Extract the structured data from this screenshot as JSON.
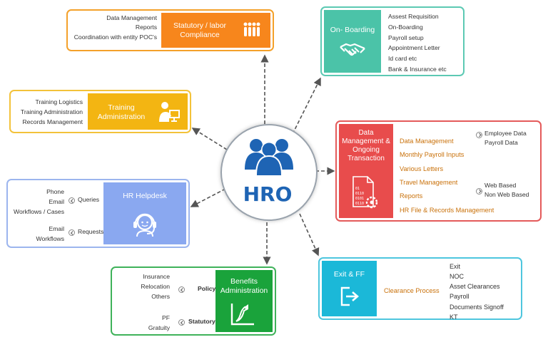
{
  "center": {
    "label": "HRO"
  },
  "statutory": {
    "title": "Statutory / labor Compliance",
    "items": [
      "Data Management",
      "Reports",
      "Coordination with entity POC's"
    ],
    "icon": "people-group-icon",
    "color": "#f7861c"
  },
  "onboarding": {
    "title": "On- Boarding",
    "items": [
      "Assest Requisition",
      "On-Boarding",
      "Payroll setup",
      "Appointment Letter",
      "Id card etc",
      "Bank & Insurance etc"
    ],
    "icon": "handshake-icon",
    "color": "#4bc3a8"
  },
  "training": {
    "title": "Training Administration",
    "items": [
      "Training Logistics",
      "Training Administration",
      "Records Management"
    ],
    "icon": "presenter-icon",
    "color": "#f3b512"
  },
  "data_mgmt": {
    "title": "Data Management & Ongoing Transaction",
    "items": [
      "Data Management",
      "Monthly Payroll Inputs",
      "Various Letters",
      "Travel Management",
      "Reports",
      "HR File & Records Management"
    ],
    "data_sub": [
      "Employee Data",
      "Payroll Data"
    ],
    "reports_sub": [
      "Web Based",
      "Non Web Based"
    ],
    "icon": "data-document-icon",
    "color": "#e84c4c"
  },
  "helpdesk": {
    "title": "HR Helpdesk",
    "queries_label": "Queries",
    "queries_items": [
      "Phone",
      "Email",
      "Workflows / Cases"
    ],
    "requests_label": "Requests",
    "requests_items": [
      "Email",
      "Workflows"
    ],
    "icon": "headset-icon",
    "color": "#8aa8f0"
  },
  "exit": {
    "title": "Exit & FF",
    "process_label": "Clearance Process",
    "items": [
      "Exit",
      "NOC",
      "Asset Clearances",
      "Payroll",
      "Documents Signoff",
      "KT"
    ],
    "icon": "exit-door-icon",
    "color": "#1bb8d8"
  },
  "benefits": {
    "title": "Benefits Administration",
    "policy_label": "Policy",
    "policy_items": [
      "Insurance",
      "Relocation",
      "Others"
    ],
    "statutory_label": "Statutory",
    "statutory_items": [
      "PF",
      "Gratuity"
    ],
    "icon": "growth-chart-icon",
    "color": "#1aa33b"
  }
}
